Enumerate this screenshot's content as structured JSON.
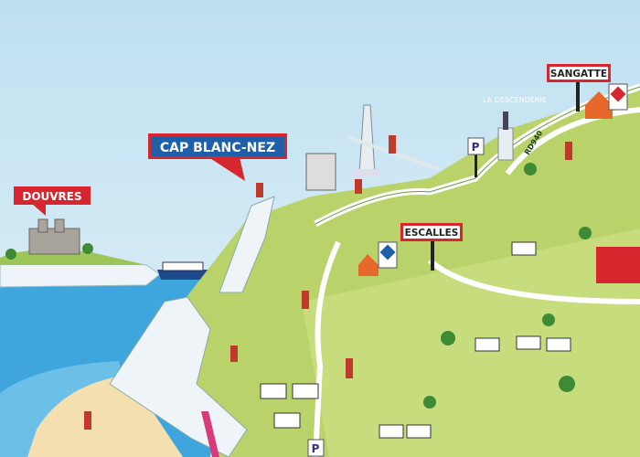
{
  "labels": {
    "douvres": "DOUVRES",
    "cap_blanc_nez": "CAP BLANC-NEZ",
    "escalles": "ESCALLES",
    "sangatte": "SANGATTE",
    "la_descenderie": "LA DESCENDERIE",
    "road": "RD940"
  },
  "parking_sign": "P",
  "colors": {
    "sky": "#cfe6f3",
    "sea": "#3ea6dc",
    "land": "#b9d36a",
    "cliff": "#eef4f7",
    "red_label": "#d8262e",
    "blue_label": "#1f5fa8",
    "road": "#ffffff"
  }
}
